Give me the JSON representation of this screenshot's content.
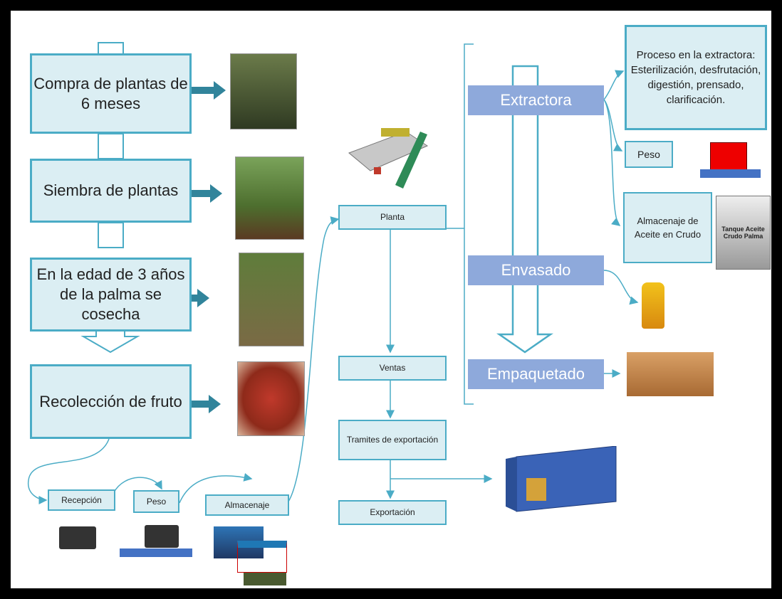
{
  "left_flow": {
    "steps": [
      "Compra de plantas de  6 meses",
      "Siembra de plantas",
      "En la edad de 3 años de la palma se cosecha",
      "Recolección de fruto"
    ]
  },
  "logistics": {
    "reception": "Recepción",
    "weight": "Peso",
    "storage": "Almacenaje"
  },
  "center_flow": {
    "plant": "Planta",
    "sales": "Ventas",
    "export_procedures": "Tramites de exportación",
    "export": "Exportación"
  },
  "plant_stages": {
    "extractor": "Extractora",
    "bottling": "Envasado",
    "packaging": "Empaquetado"
  },
  "extractor_details": {
    "process": "Proceso en la extractora: Esterilización, desfrutación, digestión, prensado, clarificación.",
    "weight": "Peso",
    "storage": "Almacenaje de Aceite en Crudo",
    "tank_label": "Tanque Aceite Crudo Palma"
  },
  "colors": {
    "box_fill": "#dbeef3",
    "box_border": "#4bacc6",
    "stage_fill": "#8ea9db",
    "arrow": "#31849b"
  }
}
